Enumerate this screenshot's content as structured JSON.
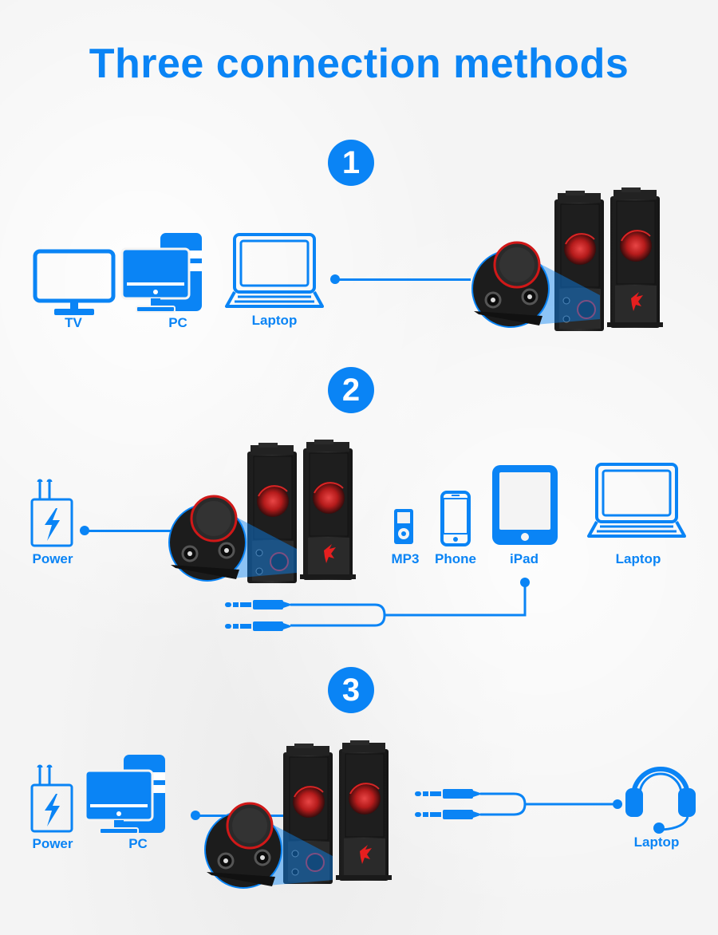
{
  "title": "Three connection methods",
  "accent_color": "#0a84f5",
  "methods": [
    {
      "number": "1",
      "sources": [
        {
          "label": "TV",
          "icon": "tv-icon"
        },
        {
          "label": "PC",
          "icon": "desktop-pc-icon"
        },
        {
          "label": "Laptop",
          "icon": "laptop-icon"
        }
      ],
      "target": "speakers"
    },
    {
      "number": "2",
      "power": {
        "label": "Power",
        "icon": "power-adapter-icon"
      },
      "sources": [
        {
          "label": "MP3",
          "icon": "mp3-player-icon"
        },
        {
          "label": "Phone",
          "icon": "phone-icon"
        },
        {
          "label": "iPad",
          "icon": "tablet-icon"
        },
        {
          "label": "Laptop",
          "icon": "laptop-icon"
        }
      ],
      "cable": "dual-3.5mm-aux-cable"
    },
    {
      "number": "3",
      "power": {
        "label": "Power",
        "icon": "power-adapter-icon"
      },
      "sources": [
        {
          "label": "PC",
          "icon": "desktop-pc-icon"
        }
      ],
      "output": {
        "label": "Laptop",
        "icon": "headset-icon"
      },
      "cable": "dual-3.5mm-splitter-cable"
    }
  ]
}
